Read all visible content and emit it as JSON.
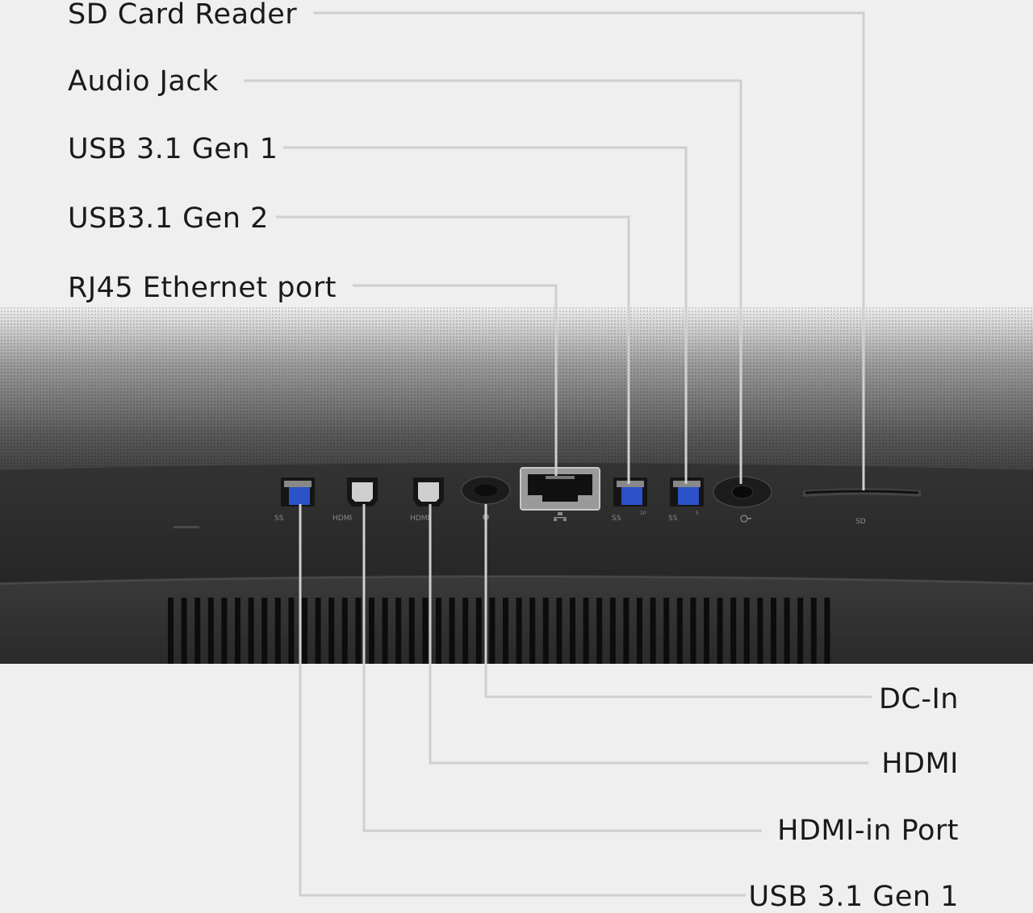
{
  "callouts_top": [
    {
      "label": "SD Card Reader",
      "icon": "sd-card-slot-icon"
    },
    {
      "label": "Audio Jack",
      "icon": "audio-jack-icon"
    },
    {
      "label": "USB 3.1 Gen 1",
      "icon": "usb-port-icon"
    },
    {
      "label": "USB3.1 Gen 2",
      "icon": "usb-port-icon"
    },
    {
      "label": "RJ45 Ethernet port",
      "icon": "ethernet-port-icon"
    }
  ],
  "callouts_bottom": [
    {
      "label": "DC-In",
      "icon": "dc-in-port-icon"
    },
    {
      "label": "HDMI",
      "icon": "hdmi-port-icon"
    },
    {
      "label": "HDMI-in Port",
      "icon": "hdmi-port-icon"
    },
    {
      "label": "USB 3.1 Gen 1",
      "icon": "usb-port-icon"
    }
  ],
  "port_markings": {
    "usb_left": "SS",
    "hdmi_in": "HDMI",
    "hdmi_out": "HDMI",
    "usb_gen2": "SS",
    "usb_gen2_speed": "10",
    "usb_gen1_right": "SS",
    "usb_gen1_speed": "5",
    "sd": "SD"
  },
  "colors": {
    "background": "#efefef",
    "device_body": "#2b2b2b",
    "leader_line": "#cfcfcf",
    "usb_blue": "#2c52c9",
    "label_text": "#1a1a1a"
  }
}
